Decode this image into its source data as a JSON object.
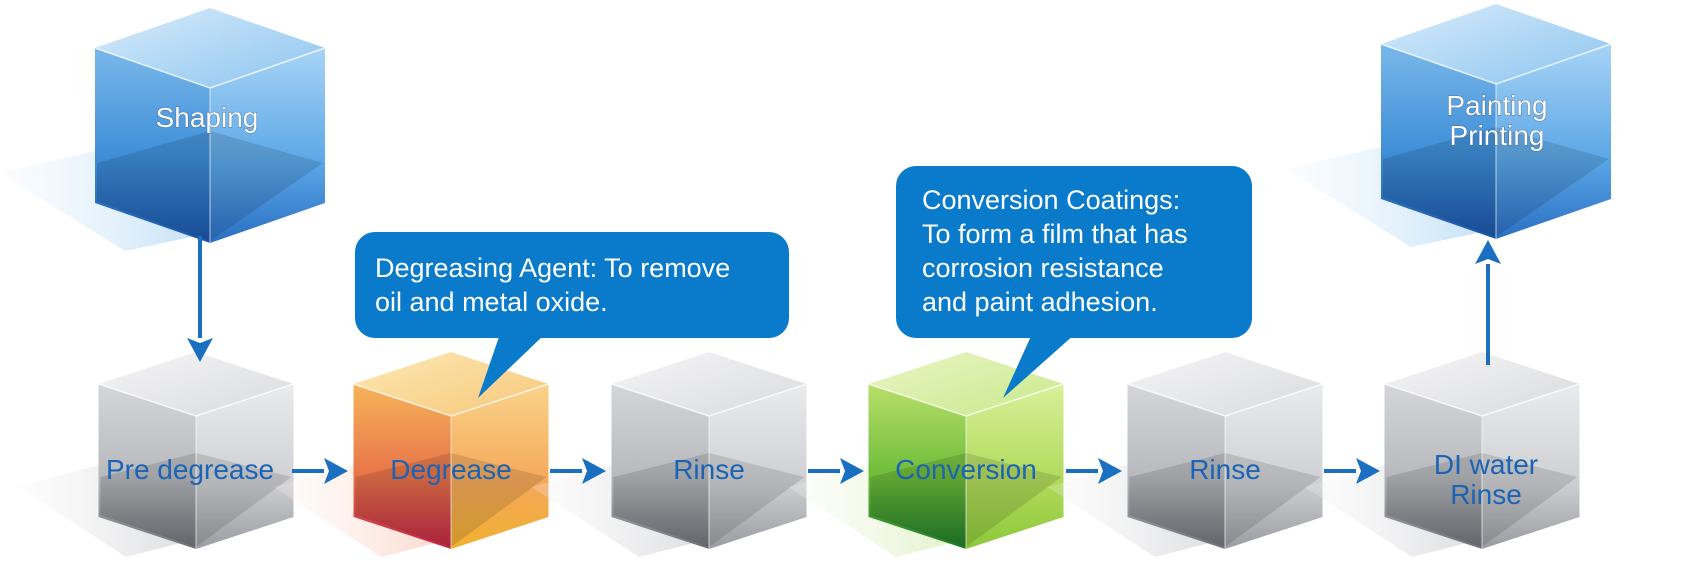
{
  "steps": [
    {
      "id": "shaping",
      "lines": [
        "Shaping"
      ],
      "style": "blue"
    },
    {
      "id": "pre-degrease",
      "lines": [
        "Pre degrease"
      ],
      "style": "grey"
    },
    {
      "id": "degrease",
      "lines": [
        "Degrease"
      ],
      "style": "orange"
    },
    {
      "id": "rinse-1",
      "lines": [
        "Rinse"
      ],
      "style": "grey"
    },
    {
      "id": "conversion",
      "lines": [
        "Conversion"
      ],
      "style": "green"
    },
    {
      "id": "rinse-2",
      "lines": [
        "Rinse"
      ],
      "style": "grey"
    },
    {
      "id": "di-water-rinse",
      "lines": [
        "DI water",
        "Rinse"
      ],
      "style": "grey"
    },
    {
      "id": "painting-printing",
      "lines": [
        "Painting",
        "Printing"
      ],
      "style": "blue"
    }
  ],
  "callouts": {
    "degreasing": {
      "lines": [
        "Degreasing Agent: To remove",
        "oil and metal oxide."
      ]
    },
    "conversion": {
      "lines": [
        "Conversion Coatings:",
        "To form a film that has",
        "corrosion resistance",
        "and paint adhesion."
      ]
    }
  },
  "colors": {
    "arrow": "#1a6fc0",
    "callout": "#0a7acb",
    "blue_label": "#1a63b5"
  }
}
